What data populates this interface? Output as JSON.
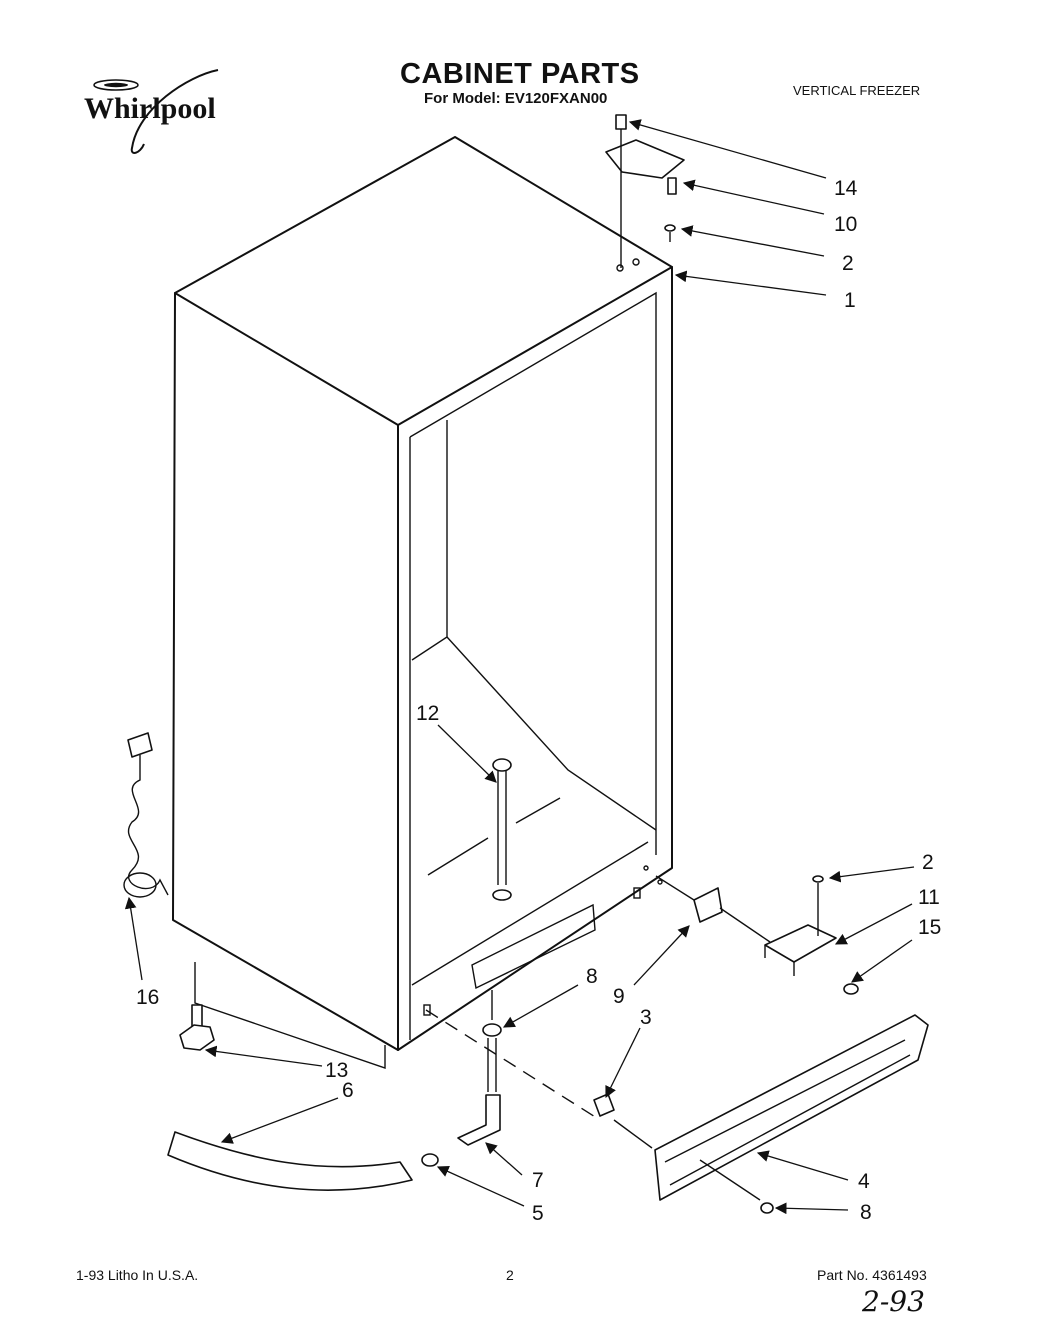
{
  "header": {
    "brand": "Whirlpool",
    "title": "CABINET PARTS",
    "model": "For Model: EV120FXAN00",
    "category": "VERTICAL FREEZER"
  },
  "footer": {
    "print_info": "1-93 Litho In U.S.A.",
    "page": "2",
    "part_no": "Part No. 4361493",
    "handwritten_date": "2-93"
  },
  "callouts": [
    "14",
    "10",
    "2",
    "1",
    "12",
    "2",
    "11",
    "15",
    "16",
    "8",
    "9",
    "3",
    "13",
    "6",
    "7",
    "4",
    "5",
    "8"
  ],
  "icons": [
    "whirlpool-logo",
    "arrowhead-icon"
  ]
}
